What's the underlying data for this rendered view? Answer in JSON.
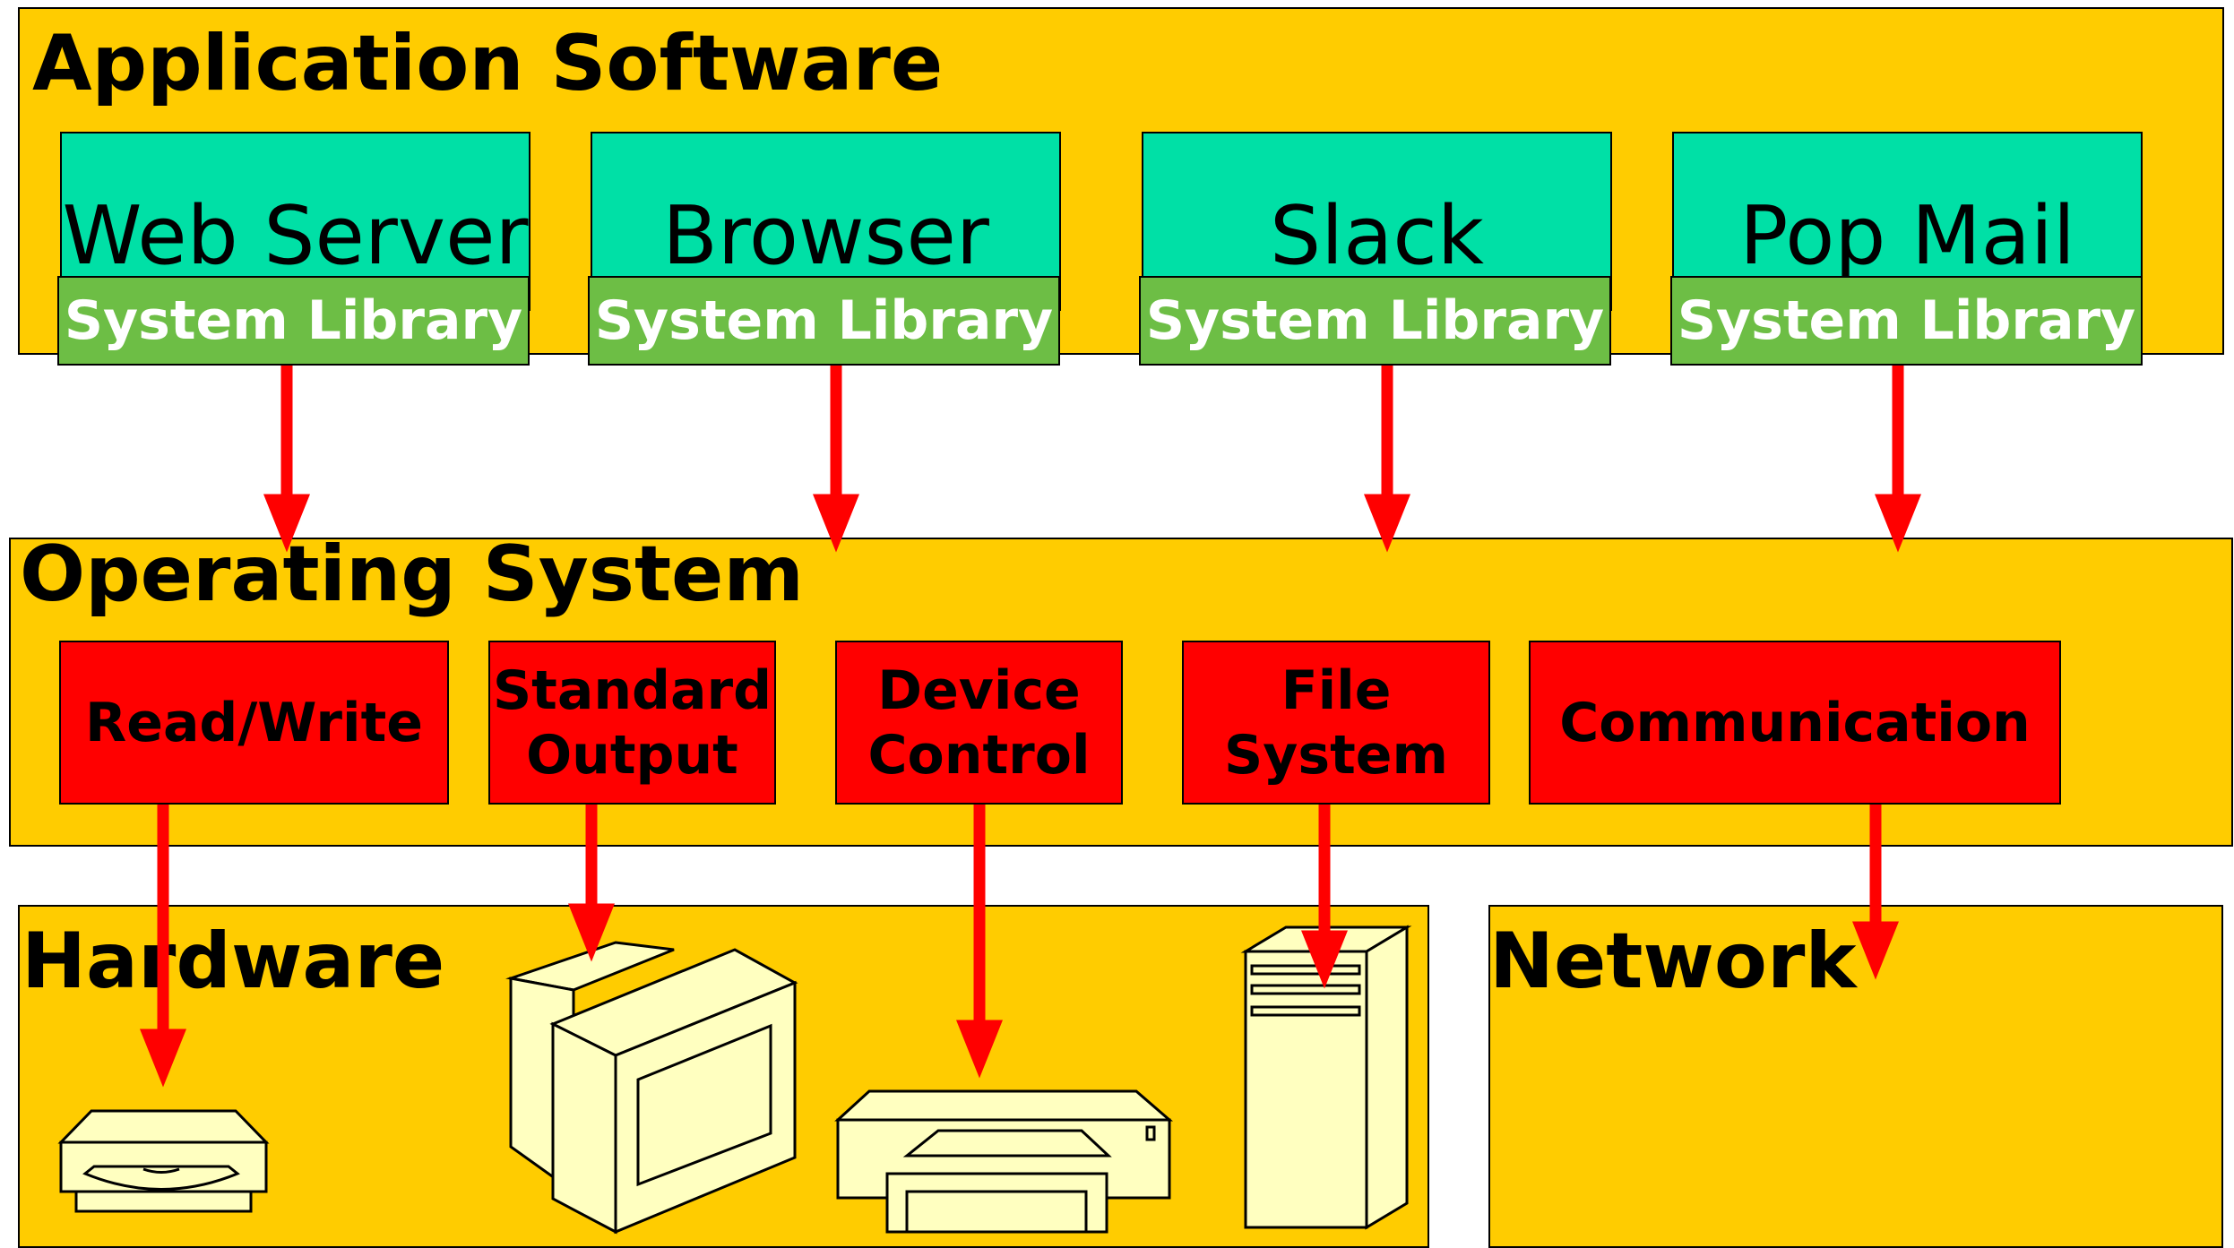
{
  "application_software": {
    "title": "Application Software",
    "apps": [
      {
        "name": "Web Server",
        "library": "System Library"
      },
      {
        "name": "Browser",
        "library": "System Library"
      },
      {
        "name": "Slack",
        "library": "System Library"
      },
      {
        "name": "Pop Mail",
        "library": "System Library"
      }
    ]
  },
  "operating_system": {
    "title": "Operating System",
    "services": [
      {
        "line1": "Read/Write",
        "line2": ""
      },
      {
        "line1": "Standard",
        "line2": "Output"
      },
      {
        "line1": "Device",
        "line2": "Control"
      },
      {
        "line1": "File",
        "line2": "System"
      },
      {
        "line1": "Communication",
        "line2": ""
      }
    ]
  },
  "hardware": {
    "title": "Hardware"
  },
  "network": {
    "title": "Network"
  },
  "colors": {
    "panel": "#FFCC00",
    "app_box": "#00E0A6",
    "library_box": "#6DBE45",
    "service_box": "#FF0000",
    "arrow": "#FF0000",
    "device_fill": "#FFFFC0"
  },
  "icons": [
    "disk-drive-icon",
    "monitor-icon",
    "printer-icon",
    "server-tower-icon"
  ]
}
